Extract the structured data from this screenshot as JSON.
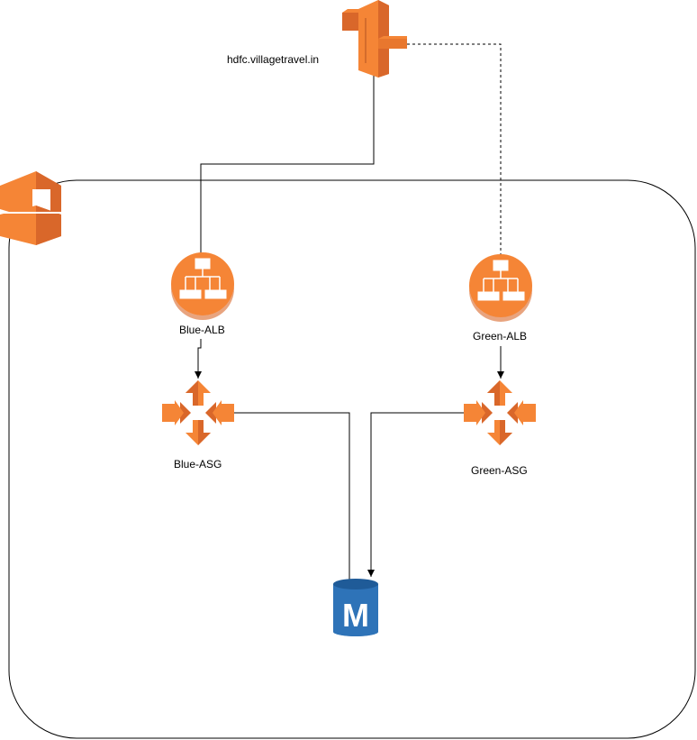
{
  "dns": {
    "label": "hdfc.villagetravel.in",
    "icon": "route53-icon"
  },
  "vpc": {
    "icon": "elastic-beanstalk-icon"
  },
  "blue": {
    "alb_label": "Blue-ALB",
    "asg_label": "Blue-ASG"
  },
  "green": {
    "alb_label": "Green-ALB",
    "asg_label": "Green-ASG"
  },
  "database": {
    "letter": "M",
    "icon": "rds-mysql-icon"
  },
  "colors": {
    "aws_orange": "#F58536",
    "aws_orange_dark": "#D9672A",
    "aws_orange_mid": "#E8772E",
    "db_blue": "#2E73B8",
    "db_blue_dark": "#1F5B98",
    "line": "#000000"
  }
}
